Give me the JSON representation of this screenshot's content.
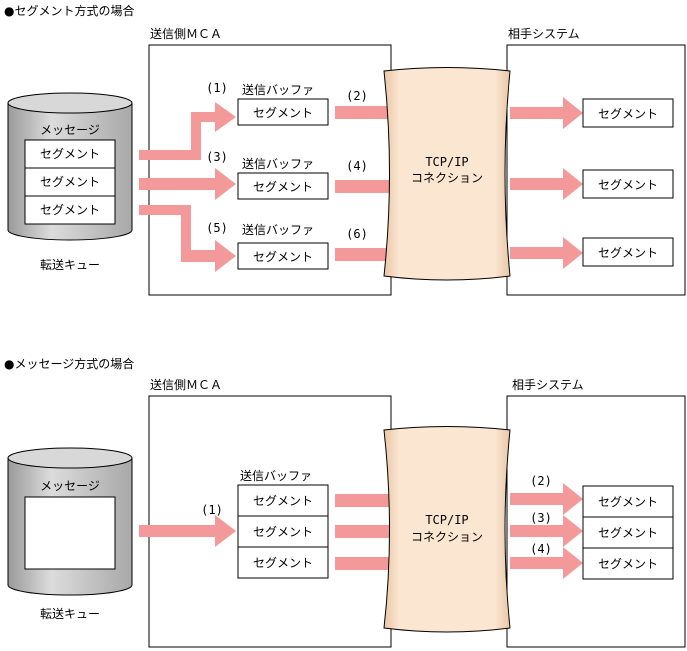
{
  "section1": {
    "title": "●セグメント方式の場合",
    "sender_title": "送信側ＭＣＡ",
    "receiver_title": "相手システム",
    "queue_message": "メッセージ",
    "queue_segments": [
      "セグメント",
      "セグメント",
      "セグメント"
    ],
    "queue_label": "転送キュー",
    "buffers": [
      {
        "label": "送信バッファ",
        "segment": "セグメント"
      },
      {
        "label": "送信バッファ",
        "segment": "セグメント"
      },
      {
        "label": "送信バッファ",
        "segment": "セグメント"
      }
    ],
    "steps_in": [
      "(1)",
      "(3)",
      "(5)"
    ],
    "steps_out": [
      "(2)",
      "(4)",
      "(6)"
    ],
    "connection": [
      "TCP/IP",
      "コネクション"
    ],
    "receiver_segments": [
      "セグメント",
      "セグメント",
      "セグメント"
    ]
  },
  "section2": {
    "title": "●メッセージ方式の場合",
    "sender_title": "送信側ＭＣＡ",
    "receiver_title": "相手システム",
    "queue_message": "メッセージ",
    "queue_label": "転送キュー",
    "buffer_label": "送信バッファ",
    "buffer_segments": [
      "セグメント",
      "セグメント",
      "セグメント"
    ],
    "step_in": "(1)",
    "steps_out": [
      "(2)",
      "(3)",
      "(4)"
    ],
    "connection": [
      "TCP/IP",
      "コネクション"
    ],
    "receiver_segments": [
      "セグメント",
      "セグメント",
      "セグメント"
    ]
  },
  "colors": {
    "arrow": "#f4999a",
    "cylinder": "#c8c8c8",
    "connection": "#fbe6d2",
    "line": "#000000"
  }
}
